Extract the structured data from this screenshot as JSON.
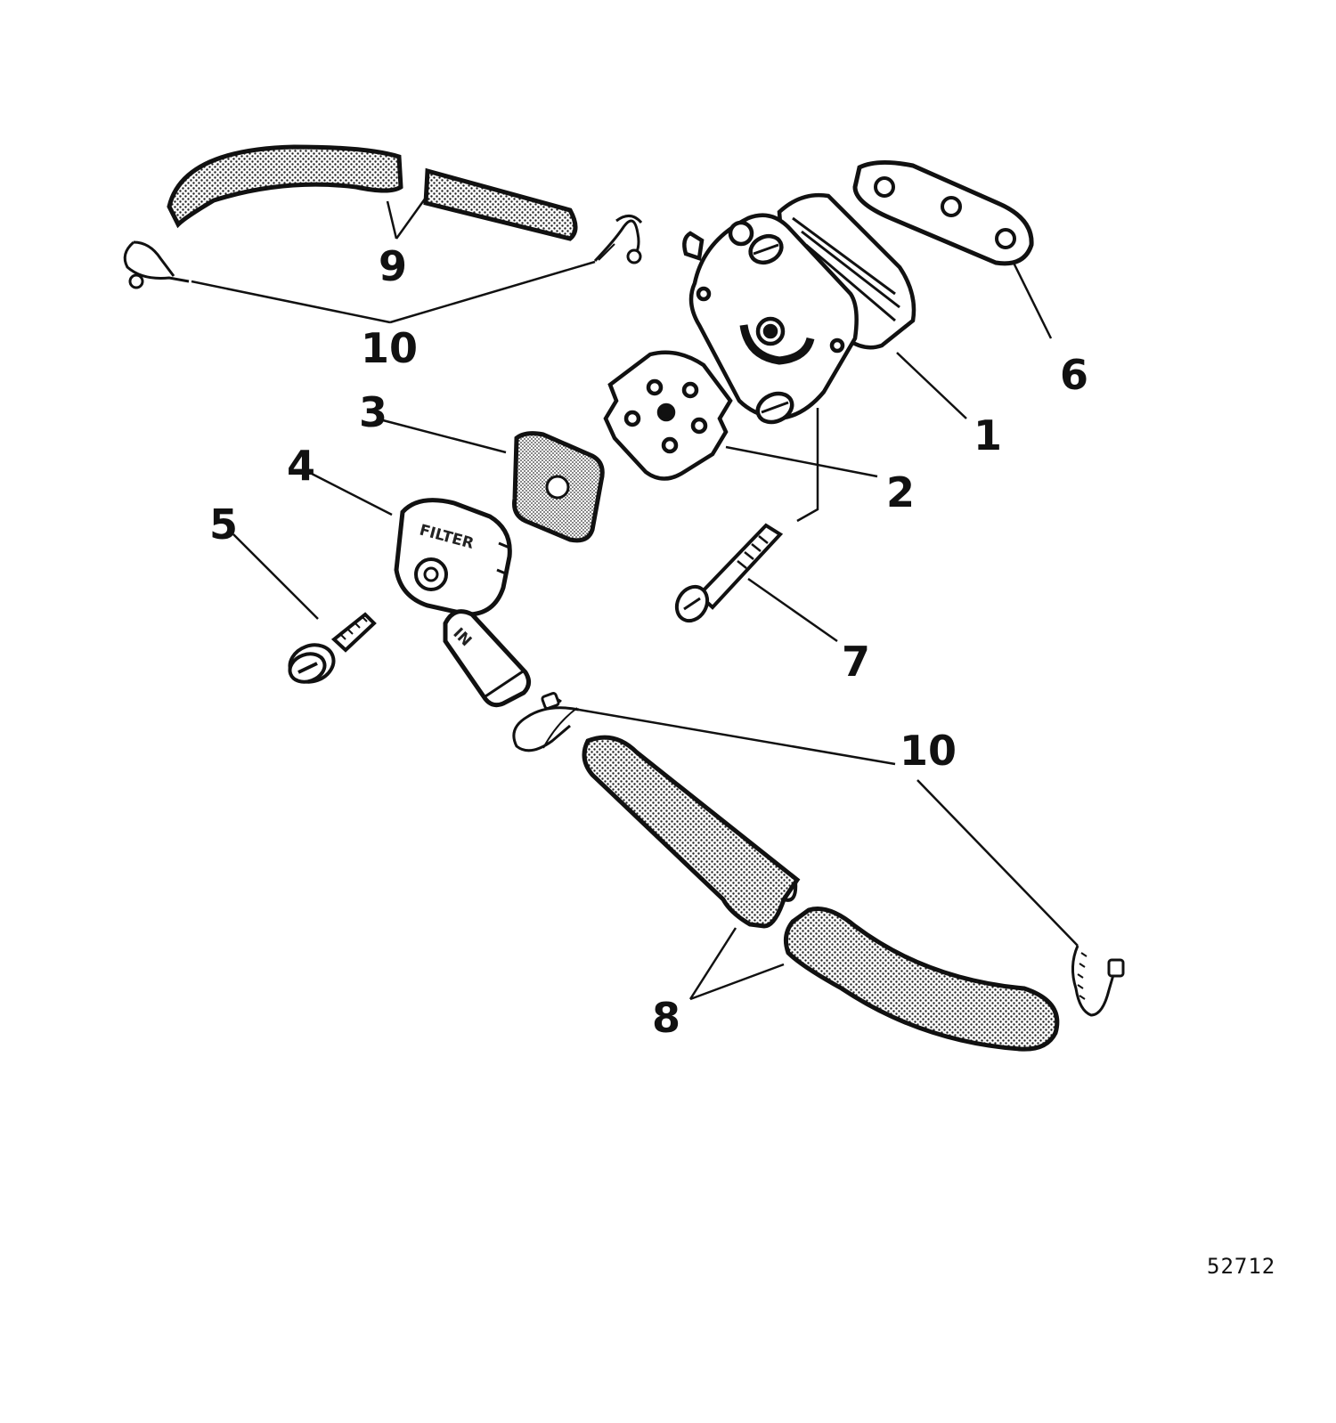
{
  "callouts": {
    "c1": "1",
    "c2": "2",
    "c3": "3",
    "c4": "4",
    "c5": "5",
    "c6": "6",
    "c7": "7",
    "c8": "8",
    "c9": "9",
    "c10_top": "10",
    "c10_bottom": "10"
  },
  "part_text": {
    "filter_cap_text": "FILTER",
    "nozzle_text": "IN"
  },
  "figure_number": "52712",
  "colors": {
    "ink": "#111111",
    "paper": "#ffffff"
  }
}
